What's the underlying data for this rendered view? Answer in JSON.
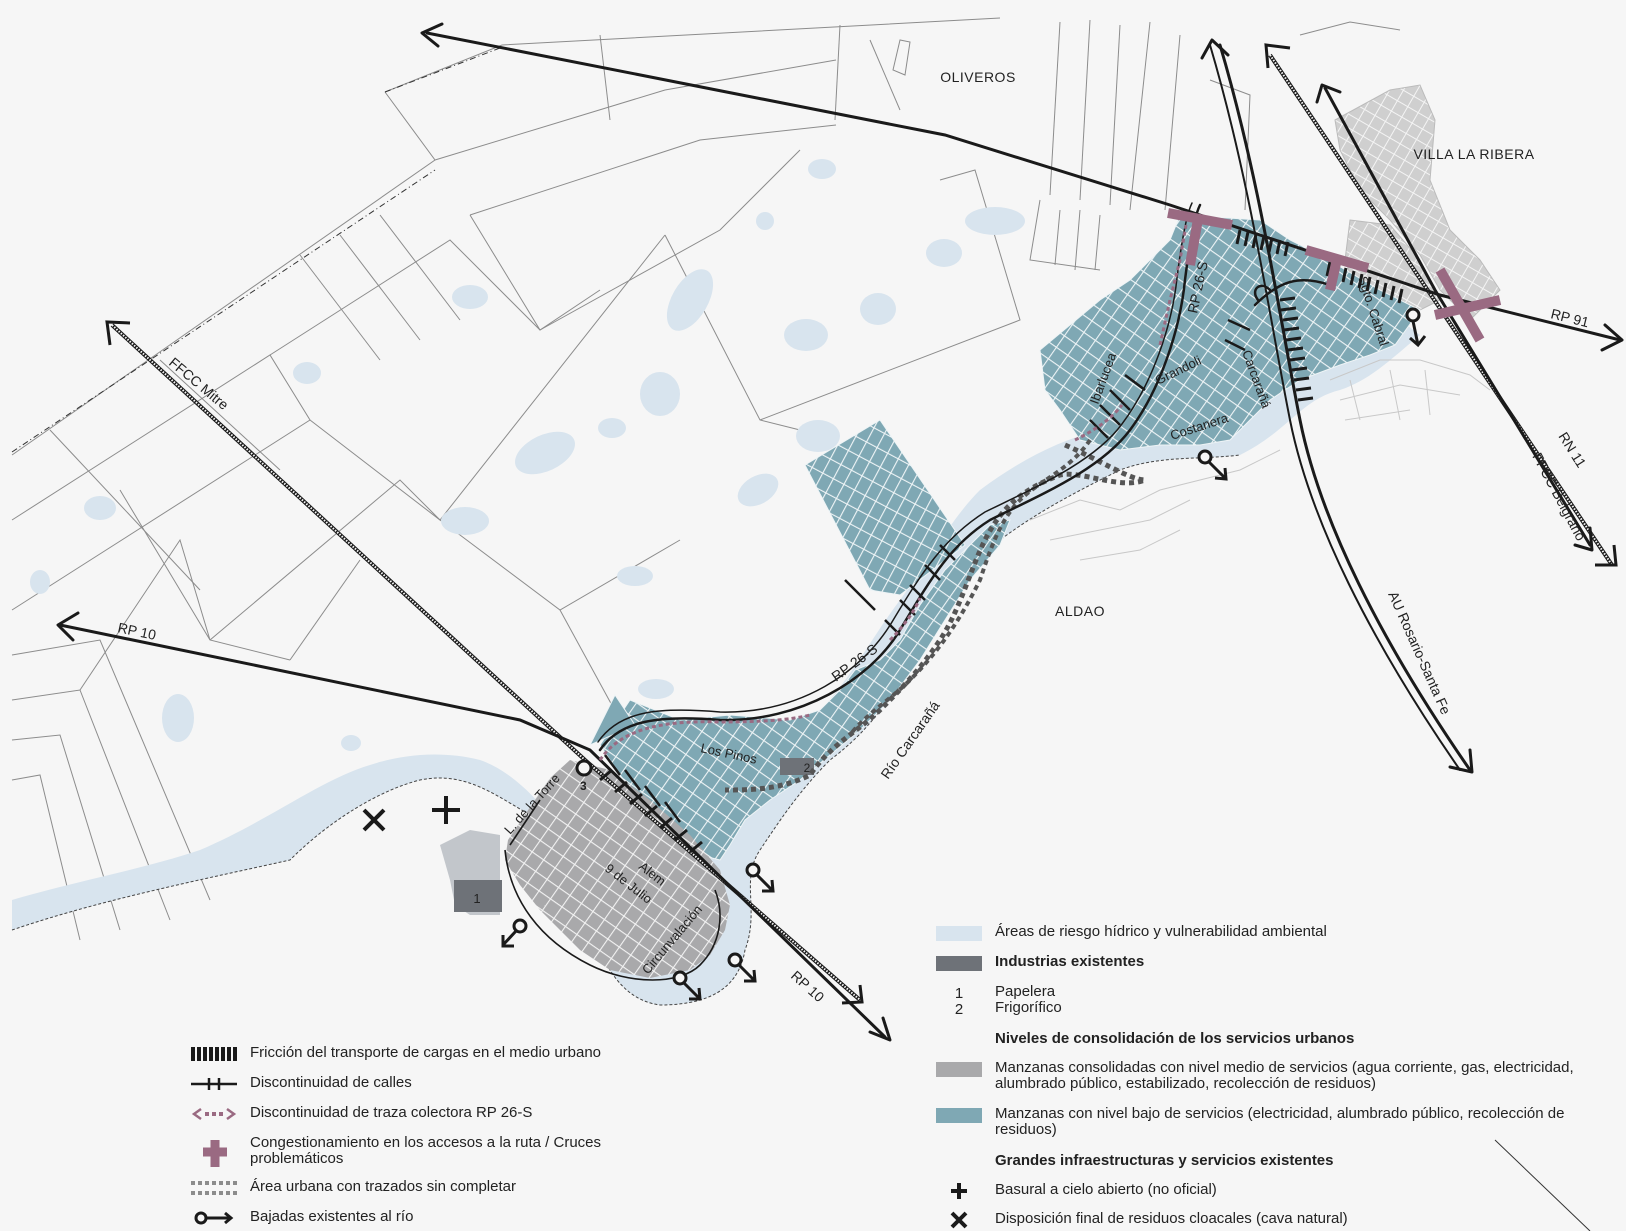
{
  "colors": {
    "background": "#f6f6f6",
    "water_risk": "#d8e4ee",
    "industry": "#6e7278",
    "consolidated": "#a9a9ab",
    "low_service": "#7fa8b4",
    "congestion": "#9a6a82",
    "line": "#1a1a1a",
    "parcel": "#8c8c8c"
  },
  "places": {
    "oliveros": "OLIVEROS",
    "villa_la_ribera": "VILLA LA RIBERA",
    "aldao": "ALDAO"
  },
  "roads": {
    "rp10_west": "RP 10",
    "rp10_east": "RP 10",
    "rp91": "RP 91",
    "rn11": "RN 11",
    "rp26s_north": "RP 26-S",
    "rp26s_mid": "RP 26-S",
    "au_rosario": "AU Rosario-Santa Fe",
    "ffcc_mitre": "FFCC Mitre",
    "ffcc_belgrano": "FFCC Belgrano",
    "rio": "Río Carcarañá"
  },
  "streets": {
    "ibarlucea": "Ibarlucea",
    "grandoli": "Grandoli",
    "carcarana": "Carcarañá",
    "costanera": "Costanera",
    "sgto_cabral": "Sgto. Cabral",
    "los_pinos": "Los Pinos",
    "de_la_torre": "L. de la Torre",
    "alem": "Alem",
    "nueve_de_julio": "9 de Julio",
    "circunvalacion": "Circunvalación"
  },
  "markers": {
    "industry_1": "1",
    "industry_2": "2",
    "node_3": "3"
  },
  "legend_left": [
    {
      "icon": "friction-icon",
      "label": "Fricción del transporte de cargas en el medio urbano"
    },
    {
      "icon": "street-discontinuity-icon",
      "label": "Discontinuidad de calles"
    },
    {
      "icon": "collector-discontinuity-icon",
      "label": "Discontinuidad de traza colectora RP 26-S"
    },
    {
      "icon": "congestion-cross-icon",
      "label": "Congestionamiento en los accesos a la ruta / Cruces problemáticos"
    },
    {
      "icon": "incomplete-grid-icon",
      "label": "Área urbana con trazados sin completar"
    },
    {
      "icon": "river-access-icon",
      "label": "Bajadas existentes al río"
    }
  ],
  "legend_right": {
    "water": "Áreas de riesgo hídrico y vulnerabilidad ambiental",
    "industries_head": "Industrias existentes",
    "industry_items": [
      {
        "num": "1",
        "label": "Papelera"
      },
      {
        "num": "2",
        "label": "Frigorífico"
      }
    ],
    "services_head": "Niveles de consolidación de los servicios urbanos",
    "consolidated": "Manzanas consolidadas con nivel medio de servicios (agua corriente, gas, electricidad, alumbrado público, estabilizado, recolección de residuos)",
    "low_service": "Manzanas con nivel bajo de servicios (electricidad, alumbrado público, recolección de residuos)",
    "infra_head": "Grandes infraestructuras y servicios existentes",
    "dump": "Basural a cielo abierto (no oficial)",
    "sewage": "Disposición final de residuos cloacales (cava natural)"
  }
}
